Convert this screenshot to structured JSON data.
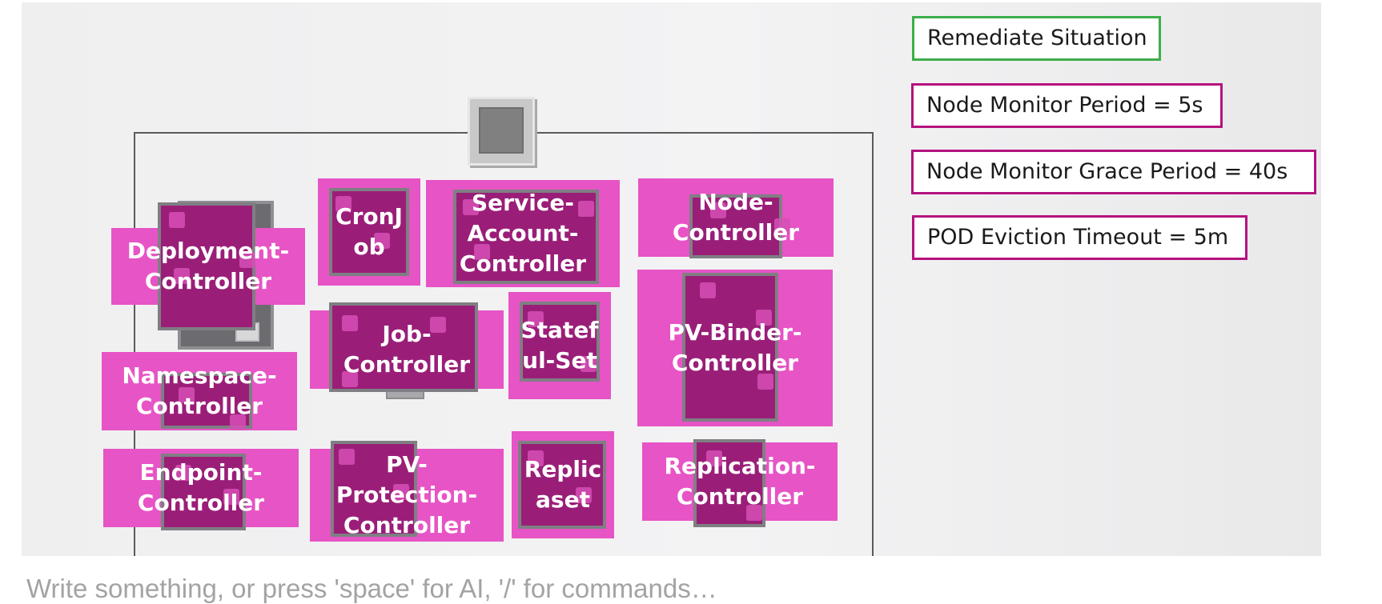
{
  "controllers": [
    {
      "id": "deployment",
      "label": "Deployment-\nController"
    },
    {
      "id": "cronjob",
      "label": "CronJ\nob"
    },
    {
      "id": "serviceaccount",
      "label": "Service-\nAccount-\nController"
    },
    {
      "id": "node",
      "label": "Node-\nController"
    },
    {
      "id": "job",
      "label": "Job-\nController"
    },
    {
      "id": "statefulset",
      "label": "Statef\nul-Set"
    },
    {
      "id": "pvbinder",
      "label": "PV-Binder-\nController"
    },
    {
      "id": "namespace",
      "label": "Namespace-\nController"
    },
    {
      "id": "endpoint",
      "label": "Endpoint-\nController"
    },
    {
      "id": "pvprotection",
      "label": "PV-\nProtection-\nController"
    },
    {
      "id": "replicaset",
      "label": "Replic\naset"
    },
    {
      "id": "replication",
      "label": "Replication-\nController"
    }
  ],
  "params": [
    {
      "label": "Remediate Situation",
      "color": "#3cae49"
    },
    {
      "label": "Node Monitor Period = 5s",
      "color": "#b5127e"
    },
    {
      "label": "Node Monitor Grace Period = 40s",
      "color": "#b5127e"
    },
    {
      "label": "POD Eviction Timeout = 5m",
      "color": "#b5127e"
    }
  ],
  "editor": {
    "placeholder": "Write something, or press 'space' for AI, '/' for commands…"
  }
}
